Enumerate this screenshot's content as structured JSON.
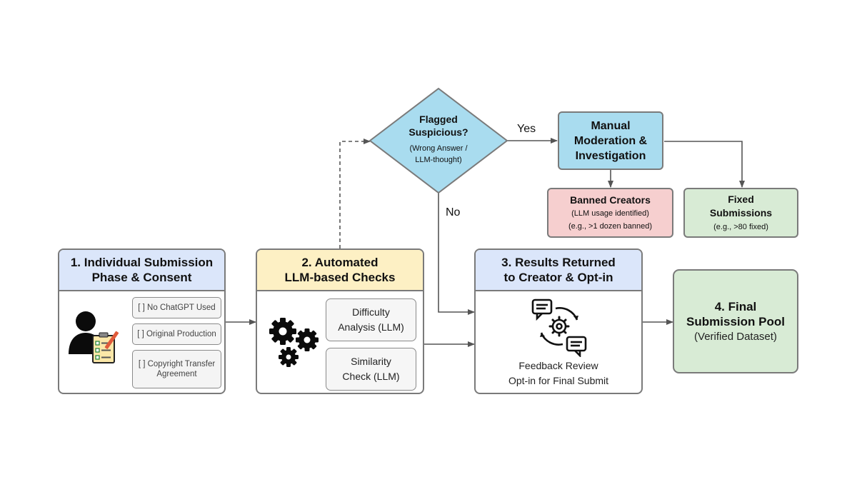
{
  "colors": {
    "stage1_header": "#dbe6fa",
    "stage2_header": "#fdf0c4",
    "stage3_header": "#dbe6fa",
    "diamond_fill": "#a9dcef",
    "manual_box_fill": "#a9dcef",
    "banned_fill": "#f6cfcf",
    "fixed_fill": "#d8ebd5",
    "final_fill": "#d8ebd5",
    "border": "#7a7a7a"
  },
  "stage1": {
    "title_line1": "1. Individual Submission",
    "title_line2": "Phase & Consent",
    "checks": [
      "[ ] No ChatGPT Used",
      "[ ] Original Production",
      "[ ] Copyright Transfer",
      "Agreement"
    ]
  },
  "stage2": {
    "title_line1": "2. Automated",
    "title_line2": "LLM-based Checks",
    "difficulty_line1": "Difficulty",
    "difficulty_line2": "Analysis (LLM)",
    "similarity_line1": "Similarity",
    "similarity_line2": "Check (LLM)"
  },
  "decision": {
    "line1": "Flagged",
    "line2": "Suspicious?",
    "line3": "(Wrong Answer /",
    "line4": "LLM-thought)",
    "yes": "Yes",
    "no": "No"
  },
  "manual": {
    "line1": "Manual",
    "line2": "Moderation &",
    "line3": "Investigation"
  },
  "banned": {
    "title": "Banned Creators",
    "line2": "(LLM usage identified)",
    "line3": "(e.g., >1 dozen banned)"
  },
  "fixed": {
    "line1": "Fixed",
    "line2": "Submissions",
    "line3": "(e.g., >80 fixed)"
  },
  "stage3": {
    "title_line1": "3. Results Returned",
    "title_line2": "to Creator & Opt-in",
    "caption_line1": "Feedback Review",
    "caption_line2": "Opt-in for Final Submit"
  },
  "final": {
    "line1": "4. Final",
    "line2": "Submission Pool",
    "line3": "(Verified Dataset)"
  },
  "icons": {
    "stage1": "user-with-clipboard-icon",
    "stage2": "gears-icon",
    "stage3": "feedback-cycle-icon"
  }
}
